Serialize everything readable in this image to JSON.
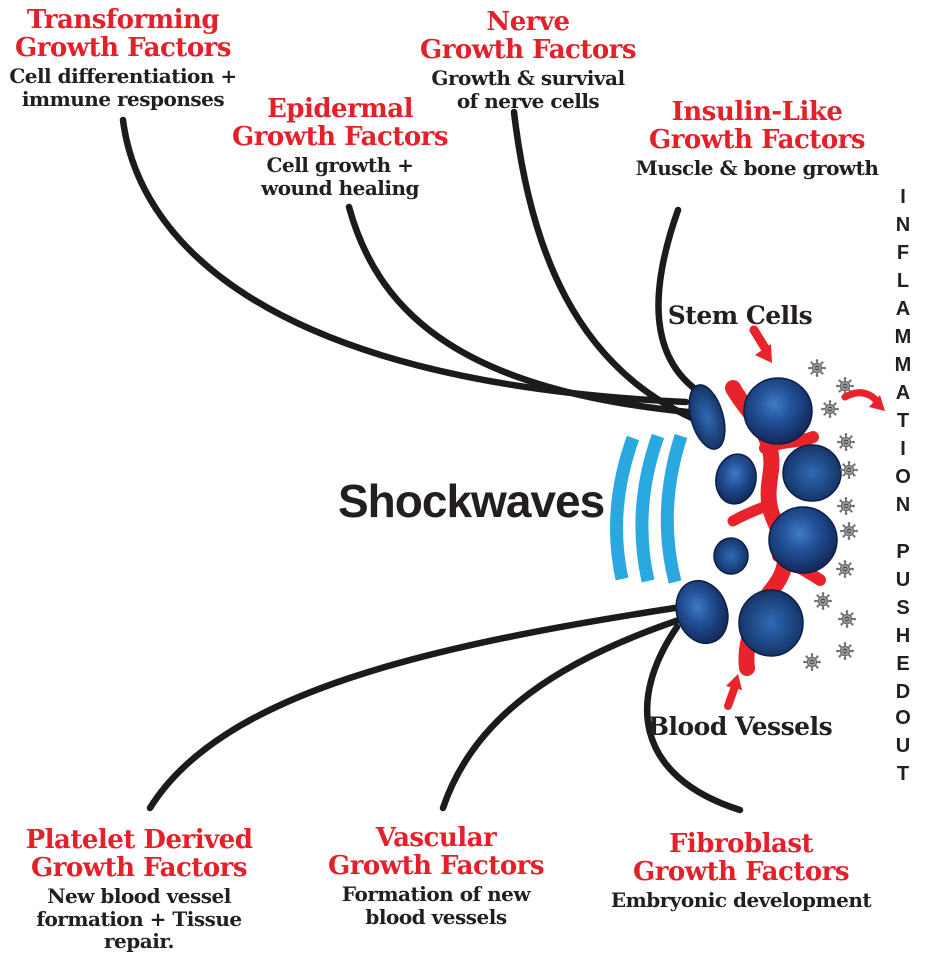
{
  "title": "Shockwaves",
  "factors": [
    {
      "id": "transforming",
      "title": "Transforming\nGrowth Factors",
      "desc": "Cell differentiation +\nimmune responses"
    },
    {
      "id": "nerve",
      "title": "Nerve\nGrowth Factors",
      "desc": "Growth & survival\nof nerve cells"
    },
    {
      "id": "epidermal",
      "title": "Epidermal\nGrowth Factors",
      "desc": "Cell growth +\nwound healing"
    },
    {
      "id": "insulin",
      "title": "Insulin-Like\nGrowth Factors",
      "desc": "Muscle & bone growth"
    },
    {
      "id": "platelet",
      "title": "Platelet Derived\nGrowth Factors",
      "desc": "New blood vessel\nformation + Tissue\nrepair."
    },
    {
      "id": "vascular",
      "title": "Vascular\nGrowth Factors",
      "desc": "Formation of new\nblood vessels"
    },
    {
      "id": "fibroblast",
      "title": "Fibroblast\nGrowth Factors",
      "desc": "Embryonic development"
    }
  ],
  "annotations": {
    "stem_cells": "Stem Cells",
    "blood_vessels": "Blood Vessels",
    "inflammation_word1": "INFLAMMATION",
    "inflammation_word2": "PUSHED",
    "inflammation_word3": "OUT"
  },
  "icons": {
    "wave_arcs": "shockwave-arcs",
    "inflammation_particle": "virus-particle-icon",
    "stem_cell_arrow": "red-arrow-down",
    "blood_vessel_arrow": "red-arrow-up",
    "pushed_out_arrow": "red-curved-arrow-right"
  },
  "colors": {
    "heading_red": "#e4202a",
    "arrow_red": "#e8232b",
    "wave_blue": "#2aa9e0",
    "text_black": "#231f20",
    "cell_blue_dark": "#12294f",
    "cell_blue_mid": "#24539b",
    "particle_gray": "#6e6e6e"
  }
}
